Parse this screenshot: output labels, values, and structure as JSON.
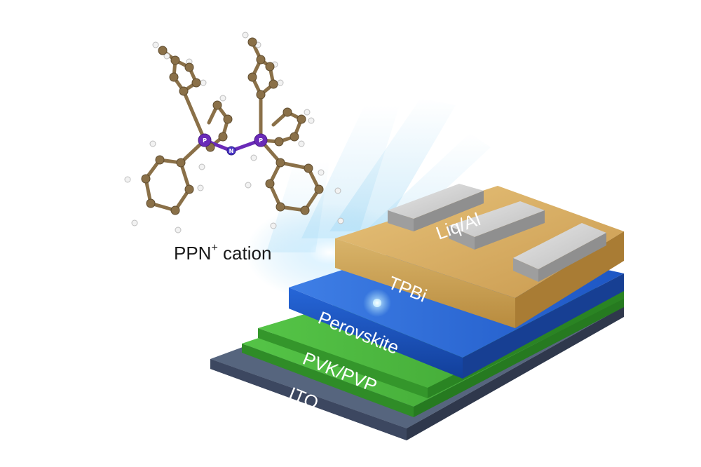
{
  "cation": {
    "name": "PPN",
    "charge": "+",
    "suffix": " cation"
  },
  "atoms": {
    "phosphorus": "P",
    "nitrogen": "N"
  },
  "layers": {
    "top": "Liq/Al",
    "etl": "TPBi",
    "emitter": "Perovskite",
    "htl": "PVK/PVP",
    "anode": "ITO"
  },
  "colors": {
    "ito": "#4a5a72",
    "green": "#3fae34",
    "perovskite": "#1f5fd0",
    "tpbi": "#c9a25a",
    "electrode": "#cfcfcf",
    "carbon": "#8a7048",
    "hydrogen": "#f2f2f2",
    "phosphorus": "#6a2ab8",
    "glow": "#9fd7f4"
  }
}
